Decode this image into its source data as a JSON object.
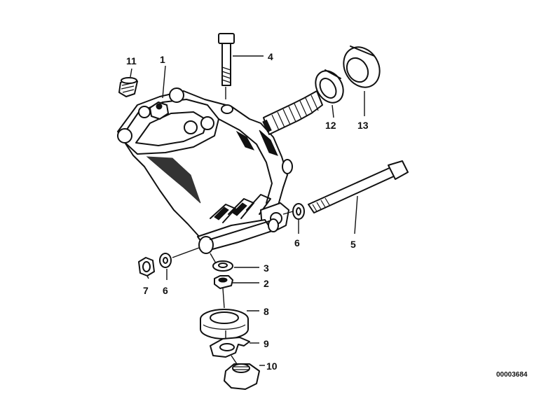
{
  "diagram": {
    "callouts": [
      {
        "id": "p1",
        "label": "1"
      },
      {
        "id": "p2",
        "label": "2"
      },
      {
        "id": "p3",
        "label": "3"
      },
      {
        "id": "p4",
        "label": "4"
      },
      {
        "id": "p5",
        "label": "5"
      },
      {
        "id": "p6a",
        "label": "6"
      },
      {
        "id": "p6b",
        "label": "6"
      },
      {
        "id": "p7",
        "label": "7"
      },
      {
        "id": "p8",
        "label": "8"
      },
      {
        "id": "p9",
        "label": "9"
      },
      {
        "id": "p10",
        "label": "10"
      },
      {
        "id": "p11",
        "label": "11"
      },
      {
        "id": "p12",
        "label": "12"
      },
      {
        "id": "p13",
        "label": "13"
      }
    ],
    "reference_code": "00003684"
  }
}
